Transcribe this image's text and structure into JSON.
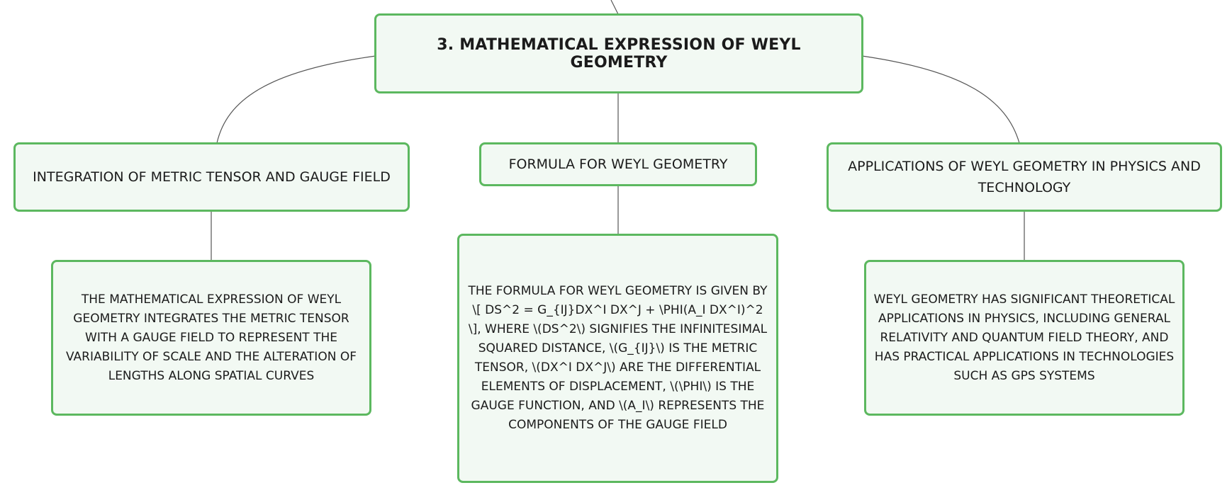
{
  "root": {
    "title": "3. MATHEMATICAL EXPRESSION OF WEYL GEOMETRY"
  },
  "branches": [
    {
      "label": "INTEGRATION OF METRIC TENSOR AND GAUGE FIELD",
      "detail": "THE MATHEMATICAL EXPRESSION OF WEYL GEOMETRY INTEGRATES THE METRIC TENSOR WITH A GAUGE FIELD TO REPRESENT THE VARIABILITY OF SCALE AND THE ALTERATION OF LENGTHS ALONG SPATIAL CURVES"
    },
    {
      "label": "FORMULA FOR WEYL GEOMETRY",
      "detail": "THE FORMULA FOR WEYL GEOMETRY IS GIVEN BY \\[ DS^2 = G_{IJ}DX^I DX^J + \\PHI(A_I DX^I)^2 \\], WHERE \\(DS^2\\) SIGNIFIES THE INFINITESIMAL SQUARED DISTANCE, \\(G_{IJ}\\) IS THE METRIC TENSOR, \\(DX^I DX^J\\) ARE THE DIFFERENTIAL ELEMENTS OF DISPLACEMENT, \\(\\PHI\\) IS THE GAUGE FUNCTION, AND \\(A_I\\) REPRESENTS THE COMPONENTS OF THE GAUGE FIELD"
    },
    {
      "label": "APPLICATIONS OF WEYL GEOMETRY IN PHYSICS AND TECHNOLOGY",
      "detail": "WEYL GEOMETRY HAS SIGNIFICANT THEORETICAL APPLICATIONS IN PHYSICS, INCLUDING GENERAL RELATIVITY AND QUANTUM FIELD THEORY, AND HAS PRACTICAL APPLICATIONS IN TECHNOLOGIES SUCH AS GPS SYSTEMS"
    }
  ],
  "colors": {
    "node_border": "#5cb85f",
    "node_fill": "#f2f9f3",
    "connector": "#555555",
    "text": "#1b1b1b"
  }
}
